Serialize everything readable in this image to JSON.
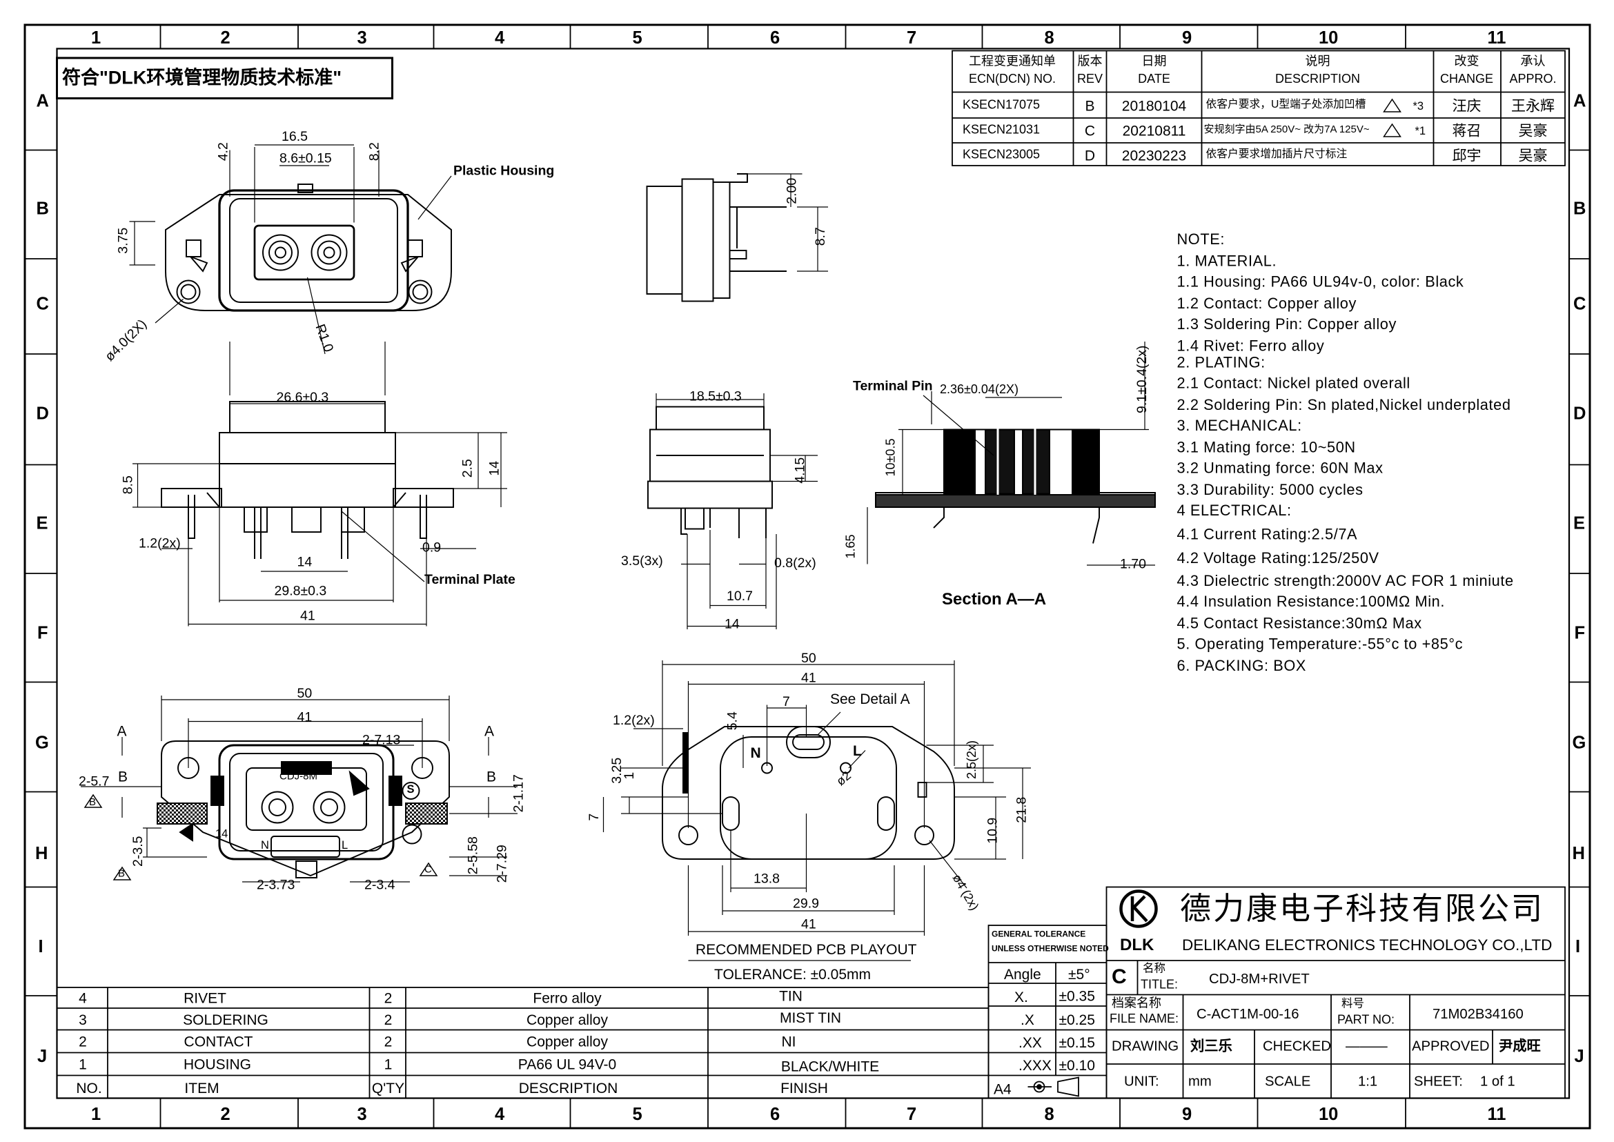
{
  "frame": {
    "columns": [
      "1",
      "2",
      "3",
      "4",
      "5",
      "6",
      "7",
      "8",
      "9",
      "10",
      "11"
    ],
    "rows": [
      "A",
      "B",
      "C",
      "D",
      "E",
      "F",
      "G",
      "H",
      "I",
      "J"
    ]
  },
  "compliance_label": "符合\"DLK环境管理物质技术标准\"",
  "revision_table": {
    "headers": {
      "ecn_cn": "工程变更通知单",
      "ecn_en": "ECN(DCN) NO.",
      "rev_cn": "版本",
      "rev_en": "REV",
      "date_cn": "日期",
      "date_en": "DATE",
      "desc_cn": "说明",
      "desc_en": "DESCRIPTION",
      "change_cn": "改变",
      "change_en": "CHANGE",
      "appro_cn": "承认",
      "appro_en": "APPRO."
    },
    "rows": [
      {
        "ecn": "KSECN17075",
        "rev": "B",
        "date": "20180104",
        "desc": "依客户要求，U型端子处添加凹槽",
        "note": "*3",
        "change": "汪庆",
        "appro": "王永辉"
      },
      {
        "ecn": "KSECN21031",
        "rev": "C",
        "date": "20210811",
        "desc": "安规刻字由5A 250V~ 改为7A 125V~",
        "note": "*1",
        "change": "蒋召",
        "appro": "吴豪"
      },
      {
        "ecn": "KSECN23005",
        "rev": "D",
        "date": "20230223",
        "desc": "依客户要求增加插片尺寸标注",
        "note": "",
        "change": "邱宇",
        "appro": "吴豪"
      }
    ]
  },
  "notes": [
    "NOTE:",
    "1.  MATERIAL.",
    "1.1  Housing:  PA66  UL94v-0,  color:  Black",
    "1.2  Contact:  Copper  alloy",
    "1.3  Soldering  Pin:  Copper  alloy",
    "1.4  Rivet:  Ferro  alloy",
    "2.  PLATING:",
    "2.1  Contact:  Nickel  plated  overall",
    "2.2  Soldering  Pin:  Sn  plated,Nickel  underplated",
    "3.    MECHANICAL:",
    "3.1  Mating  force:  10~50N",
    "3.2  Unmating  force:  60N  Max",
    "3.3  Durability:  5000  cycles",
    "4    ELECTRICAL:",
    "4.1  Current  Rating:2.5/7A",
    "4.2  Voltage  Rating:125/250V",
    "4.3  Dielectric  strength:2000V  AC  FOR  1  miniute",
    "4.4  Insulation  Resistance:100MΩ  Min.",
    "4.5  Contact  Resistance:30mΩ  Max",
    "5.  Operating  Temperature:-55°c  to  +85°c",
    "6.  PACKING:  BOX"
  ],
  "views": {
    "top": {
      "dims": {
        "w16_5": "16.5",
        "w8_6": "8.6±0.15",
        "h4_2": "4.2",
        "h8_2": "8.2",
        "h3_75": "3.75",
        "r1_0": "R1.0",
        "d4_0": "ø4.0(2X)"
      },
      "callout": "Plastic Housing"
    },
    "side_small": {
      "dims": {
        "d2_00": "2.00",
        "d8_7": "8.7"
      }
    },
    "front": {
      "dims": {
        "w26_6": "26.6±0.3",
        "h8_5": "8.5",
        "h2_5": "2.5",
        "h14": "14",
        "p1_2": "1.2(2x)",
        "p0_9": "0.9",
        "w14": "14",
        "w29_8": "29.8±0.3",
        "w41": "41"
      },
      "callout": "Terminal Plate"
    },
    "side": {
      "dims": {
        "w18_5": "18.5±0.3",
        "h4_15": "4.15",
        "p3_5": "3.5(3x)",
        "p0_8": "0.8(2x)",
        "w10_7": "10.7",
        "w14": "14"
      }
    },
    "section": {
      "title": "Section A—A",
      "callout": "Terminal Pin",
      "dims": {
        "d2_36": "2.36±0.04(2X)",
        "d9_1": "9.1±0.4(2x)",
        "d10": "10±0.5",
        "d1_65": "1.65",
        "d1_70": "1.70"
      }
    },
    "bottom": {
      "dims": {
        "w50": "50",
        "w41": "41",
        "a_label": "A",
        "b_label": "B",
        "d2_713": "2-7.13",
        "d2_57": "2-5.7",
        "d2_117": "2-1.17",
        "d2_35": "2-3.5",
        "d2_558": "2-5.58",
        "d2_729": "2-7.29",
        "d2_373": "2-3.73",
        "d2_34": "2-3.4"
      },
      "marks": {
        "b_tri": "B",
        "c_tri": "C",
        "n": "N",
        "l": "L",
        "s": "S",
        "num14": "14",
        "model": "CDJ-8M"
      }
    },
    "pcb": {
      "dims": {
        "w50": "50",
        "w41": "41",
        "w7": "7",
        "h5_4": "5.4",
        "p1_2": "1.2(2x)",
        "h3_25": "3.25",
        "h1": "1",
        "h7": "7",
        "w13_8": "13.8",
        "w29_9": "29.9",
        "w41b": "41",
        "h2_5": "2.5(2x)",
        "h10_9": "10.9",
        "h21_8": "21.8",
        "d2": "ø2",
        "d4": "ø4 (2x)"
      },
      "detail": "See  Detail  A",
      "n": "N",
      "l": "L",
      "caption": "RECOMMENDED PCB PLAYOUT",
      "tolerance": "TOLERANCE: ±0.05mm"
    }
  },
  "bom": {
    "headers": {
      "no": "NO.",
      "item": "ITEM",
      "qty": "Q'TY",
      "description": "DESCRIPTION",
      "finish": "FINISH"
    },
    "rows": [
      {
        "no": "4",
        "item": "RIVET",
        "qty": "2",
        "description": "Ferro alloy",
        "finish": "TIN"
      },
      {
        "no": "3",
        "item": "SOLDERING",
        "qty": "2",
        "description": "Copper alloy",
        "finish": "MIST TIN"
      },
      {
        "no": "2",
        "item": "CONTACT",
        "qty": "2",
        "description": "Copper alloy",
        "finish": "NI"
      },
      {
        "no": "1",
        "item": "HOUSING",
        "qty": "1",
        "description": "PA66  UL  94V-0",
        "finish": "BLACK/WHITE"
      }
    ]
  },
  "tolerance": {
    "title1": "GENERAL  TOLERANCE",
    "title2": "UNLESS OTHERWISE NOTED",
    "rows": [
      {
        "k": "Angle",
        "v": "±5°"
      },
      {
        "k": "X.",
        "v": "±0.35"
      },
      {
        "k": ".X",
        "v": "±0.25"
      },
      {
        "k": ".XX",
        "v": "±0.15"
      },
      {
        "k": ".XXX",
        "v": "±0.10"
      }
    ],
    "sheet_size": "A4"
  },
  "title_block": {
    "company_cn": "德力康电子科技有限公司",
    "company_en": "DELIKANG  ELECTRONICS  TECHNOLOGY  CO.,LTD",
    "logo_text": "DLK",
    "rev": "C",
    "title_label_cn": "名称",
    "title_label_en": "TITLE:",
    "title": "CDJ-8M+RIVET",
    "file_label_cn": "档案名称",
    "file_label_en": "FILE  NAME:",
    "file_name": "C-ACT1M-00-16",
    "part_label_cn": "料号",
    "part_label_en": "PART  NO:",
    "part_no": "71M02B34160",
    "drawing_label": "DRAWING",
    "drawing_by": "刘三乐",
    "checked_label": "CHECKED",
    "checked_by": "———",
    "approved_label": "APPROVED",
    "approved_by": "尹成旺",
    "unit_label": "UNIT:",
    "unit": "mm",
    "scale_label": "SCALE",
    "scale": "1:1",
    "sheet_label": "SHEET:",
    "sheet": "1  of  1"
  }
}
